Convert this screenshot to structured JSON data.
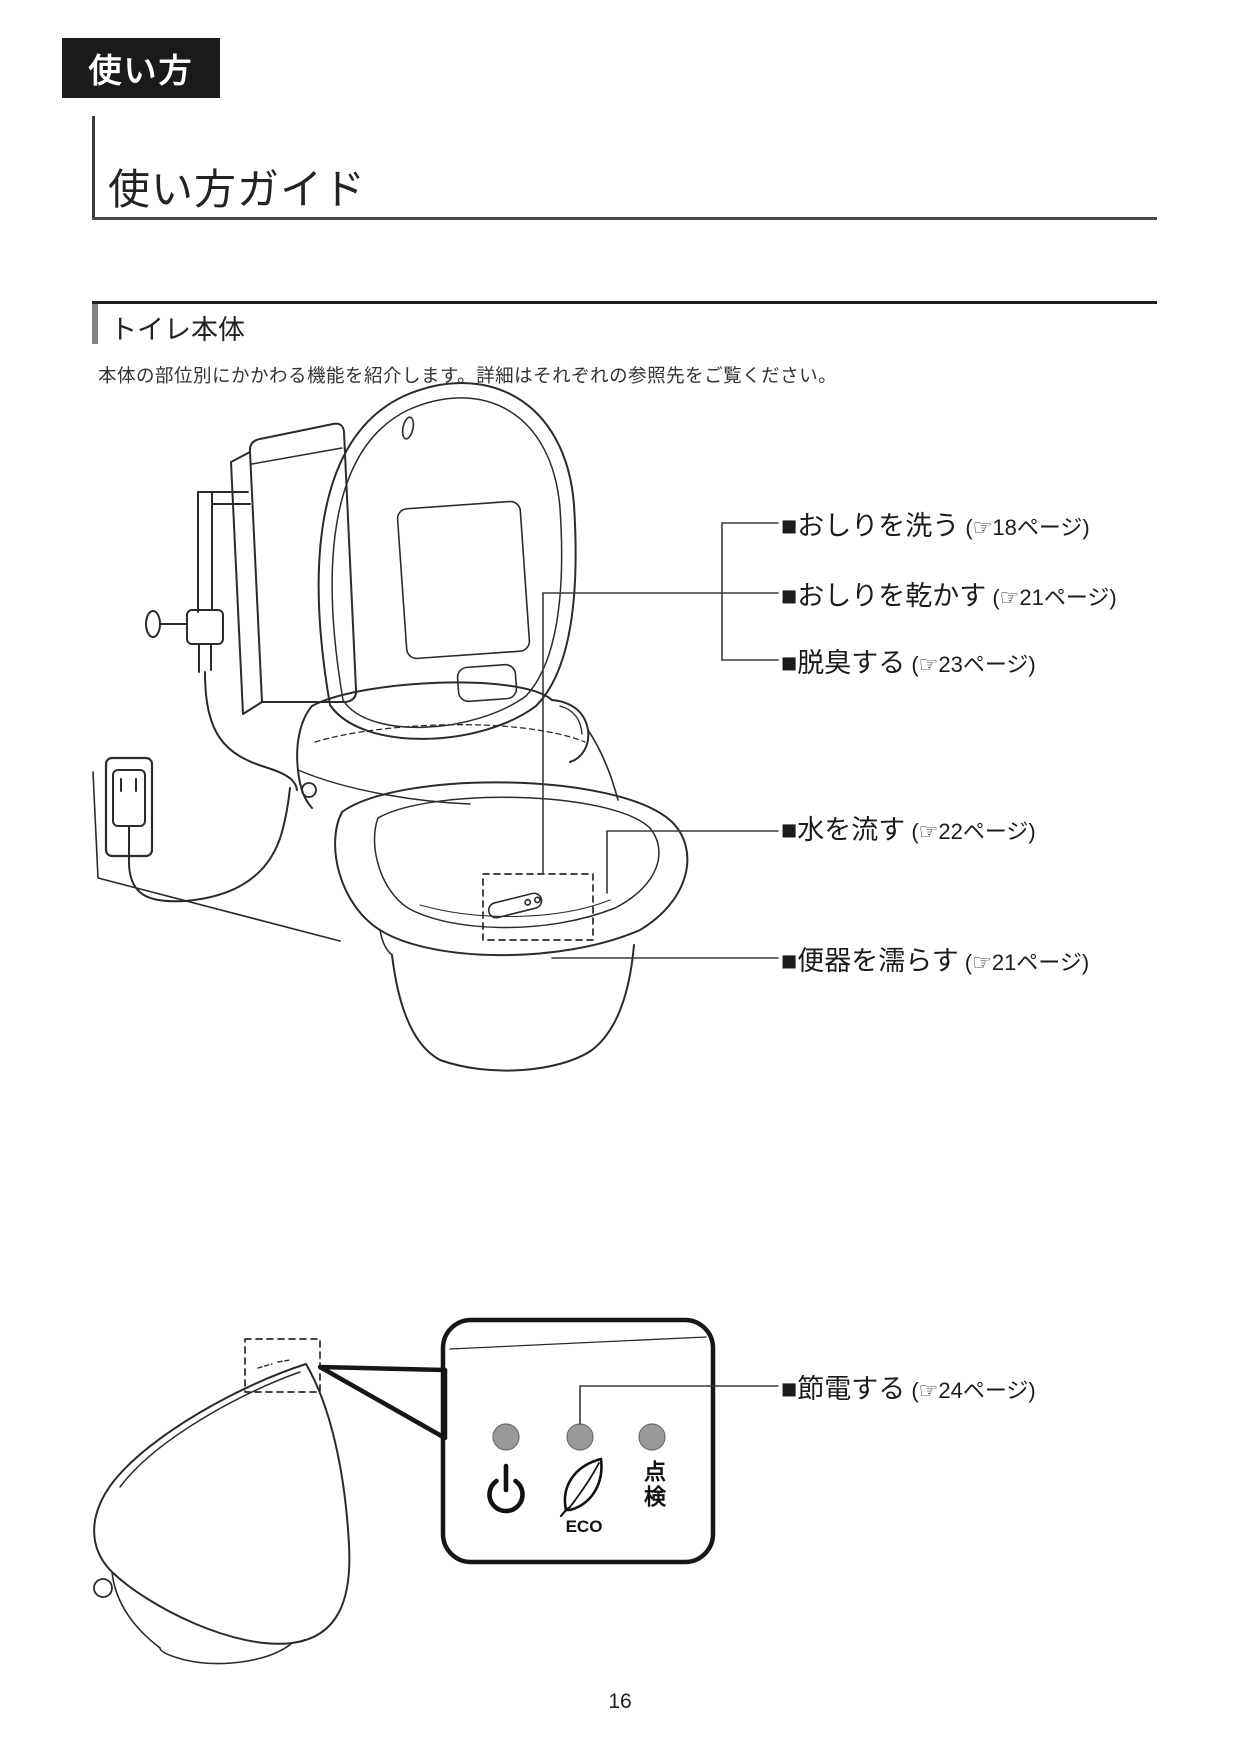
{
  "page": {
    "badge": "使い方",
    "title": "使い方ガイド",
    "page_number": "16"
  },
  "section": {
    "heading": "トイレ本体",
    "intro": "本体の部位別にかかわる機能を紹介します。詳細はそれぞれの参照先をご覧ください。"
  },
  "callouts": [
    {
      "label": "■おしりを洗う",
      "ref": "(☞18ページ)"
    },
    {
      "label": "■おしりを乾かす",
      "ref": "(☞21ページ)"
    },
    {
      "label": "■脱臭する",
      "ref": "(☞23ページ)"
    },
    {
      "label": "■水を流す",
      "ref": "(☞22ページ)"
    },
    {
      "label": "■便器を濡らす",
      "ref": "(☞21ページ)"
    },
    {
      "label": "■節電する",
      "ref": "(☞24ページ)"
    }
  ],
  "control_panel": {
    "eco": "ECO",
    "inspection": "点検"
  },
  "colors": {
    "ink": "#2b2b2b",
    "led": "#999999",
    "section_bar": "#848484"
  }
}
